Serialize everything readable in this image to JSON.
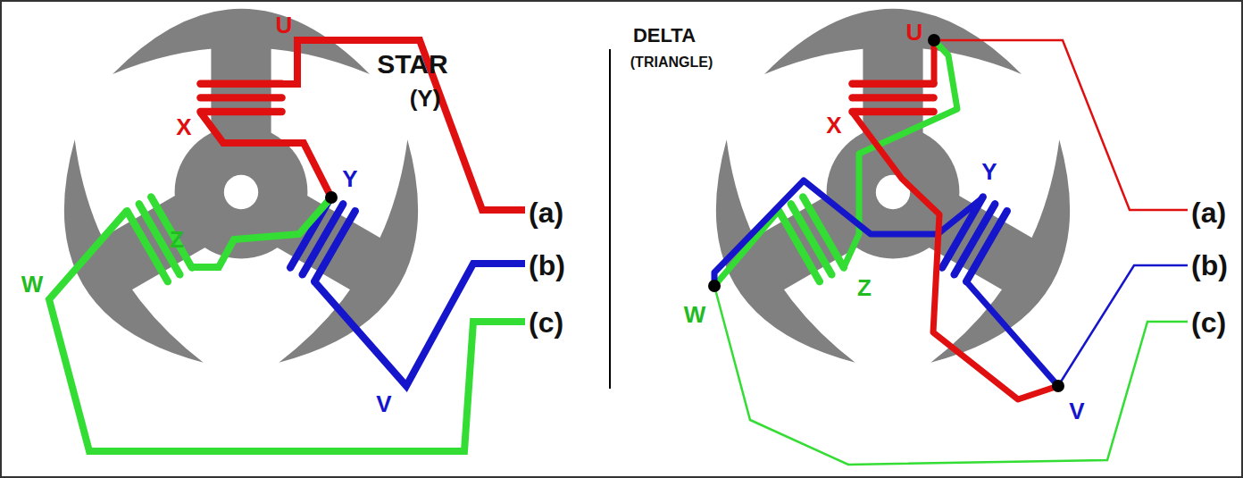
{
  "diagram": {
    "labels": [
      "U",
      "X",
      "Y",
      "V",
      "W",
      "Z",
      "STAR",
      "(Y)",
      "(a)",
      "(b)",
      "(c)",
      "DELTA",
      "(TRIANGLE)",
      "U",
      "X",
      "Y",
      "V",
      "W",
      "Z",
      "(a)",
      "(b)",
      "(c)"
    ]
  }
}
